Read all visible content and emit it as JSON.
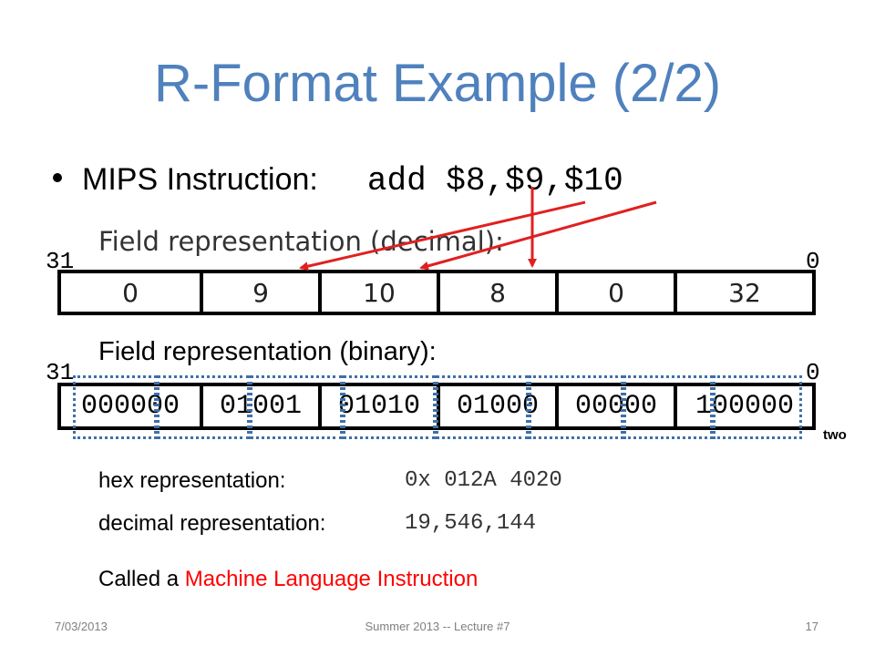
{
  "slide": {
    "title": "R-Format Example (2/2)",
    "bullet": {
      "label": "MIPS Instruction:",
      "instruction": "add $8,$9,$10"
    },
    "decimal_label": "Field representation (decimal):",
    "binary_label": "Field representation (binary):",
    "bit_high": "31",
    "bit_low": "0",
    "decimal_fields": [
      "0",
      "9",
      "10",
      "8",
      "0",
      "32"
    ],
    "binary_fields": [
      "000000",
      "01001",
      "01010",
      "01000",
      "00000",
      "100000"
    ],
    "base_suffix": "two",
    "hex": {
      "label": "hex representation:",
      "value": "0x 012A 4020"
    },
    "decimal": {
      "label": "decimal representation:",
      "value": "19,546,144"
    },
    "called": {
      "prefix": "Called a ",
      "highlight": "Machine Language Instruction"
    },
    "footer": {
      "date": "7/03/2013",
      "course": "Summer 2013 -- Lecture #7",
      "page": "17"
    },
    "colors": {
      "title": "#4f81bd",
      "arrow": "#e02020",
      "dotted": "#3f6fa8",
      "highlight": "#ff0000"
    }
  }
}
